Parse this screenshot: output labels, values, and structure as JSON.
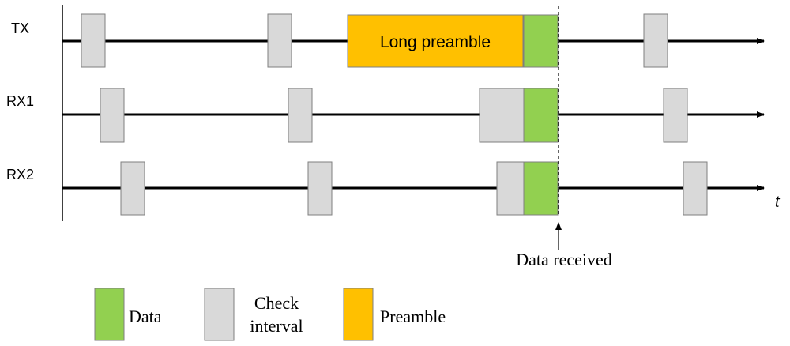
{
  "rows": [
    {
      "label": "TX"
    },
    {
      "label": "RX1"
    },
    {
      "label": "RX2"
    }
  ],
  "axis": {
    "time_label": "t"
  },
  "blocks": {
    "preamble_label": "Long preamble"
  },
  "annotation": {
    "data_received": "Data received"
  },
  "legend": [
    {
      "key": "data",
      "label": "Data",
      "color": "#92d050"
    },
    {
      "key": "check",
      "label_line1": "Check",
      "label_line2": "interval",
      "color": "#d9d9d9"
    },
    {
      "key": "preamble",
      "label": "Preamble",
      "color": "#ffc000"
    }
  ],
  "colors": {
    "data": "#92d050",
    "check_interval": "#d9d9d9",
    "preamble": "#ffc000",
    "line": "#000000"
  }
}
